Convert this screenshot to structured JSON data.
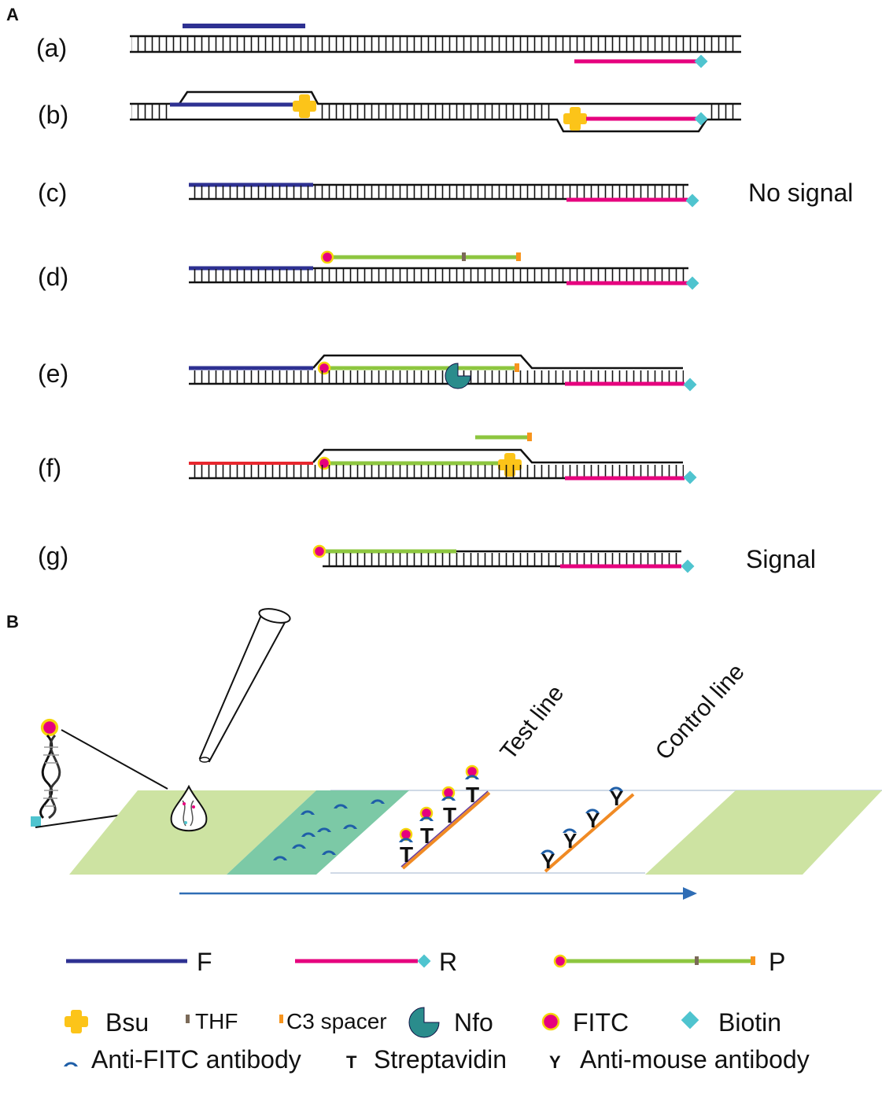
{
  "panels": {
    "a": "A",
    "b": "B"
  },
  "steps": [
    "(a)",
    "(b)",
    "(c)",
    "(d)",
    "(e)",
    "(f)",
    "(g)"
  ],
  "outcomes": {
    "no_signal": "No signal",
    "signal": "Signal"
  },
  "strip": {
    "test_line": "Test line",
    "control_line": "Control line"
  },
  "legend": {
    "primer_f": "F",
    "primer_r": "R",
    "probe_p": "P",
    "bsu": "Bsu",
    "thf": "THF",
    "c3_spacer": "C3 spacer",
    "nfo": "Nfo",
    "fitc": "FITC",
    "biotin": "Biotin",
    "anti_fitc": "Anti-FITC antibody",
    "streptavidin_symbol": "T",
    "streptavidin": "Streptavidin",
    "anti_mouse_symbol": "Y",
    "anti_mouse": "Anti-mouse antibody"
  },
  "colors": {
    "primer_f": "#2e3192",
    "primer_r": "#e6007e",
    "primer_red": "#e8262d",
    "probe": "#8dc63f",
    "bsu": "#fcc419",
    "thf": "#7b6a58",
    "c3_spacer": "#f7941d",
    "nfo": "#2a8c8c",
    "fitc": "#e6007e",
    "fitc_ring": "#f5d60a",
    "biotin": "#4fc4cf",
    "pad": "#cde3a2",
    "conjugate_pad": "#7cc9a6",
    "antibody": "#1f5fa8",
    "line_stripe": "#f08a24",
    "flow_arrow": "#2f6db5"
  }
}
